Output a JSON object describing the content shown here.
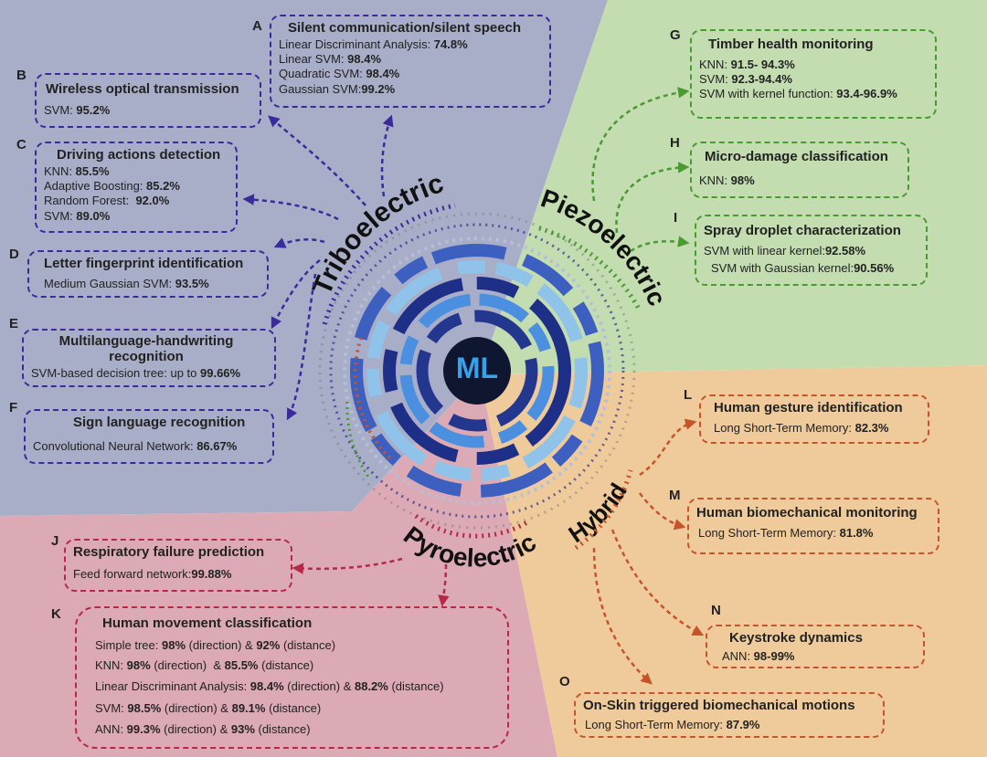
{
  "center": {
    "label": "ML"
  },
  "categories": {
    "triboelectric": "Triboelectric",
    "piezoelectric": "Piezoelectric",
    "pyroelectric": "Pyroelectric",
    "hybrid": "Hybrid"
  },
  "boxes": {
    "A": {
      "letter": "A",
      "title": "Silent communication/silent speech",
      "lines": [
        [
          "Linear Discriminant Analysis: ",
          "74.8%",
          ""
        ],
        [
          "Linear SVM: ",
          "98.4%",
          ""
        ],
        [
          "Quadratic SVM: ",
          "98.4%",
          ""
        ],
        [
          "Gaussian SVM:",
          "99.2%",
          ""
        ]
      ]
    },
    "B": {
      "letter": "B",
      "title": "Wireless optical transmission",
      "lines": [
        [
          "SVM: ",
          "95.2%",
          ""
        ]
      ]
    },
    "C": {
      "letter": "C",
      "title": "Driving actions detection",
      "lines": [
        [
          "KNN: ",
          "85.5%",
          ""
        ],
        [
          "Adaptive Boosting: ",
          "85.2%",
          ""
        ],
        [
          "Random Forest:  ",
          "92.0%",
          ""
        ],
        [
          "SVM: ",
          "89.0%",
          ""
        ]
      ]
    },
    "D": {
      "letter": "D",
      "title": "Letter fingerprint identification",
      "lines": [
        [
          "Medium Gaussian SVM: ",
          "93.5%",
          ""
        ]
      ]
    },
    "E": {
      "letter": "E",
      "title": "Multilanguage-handwriting recognition",
      "lines": [
        [
          "SVM-based decision tree: up to ",
          "99.66%",
          ""
        ]
      ]
    },
    "F": {
      "letter": "F",
      "title": "Sign language recognition",
      "lines": [
        [
          "Convolutional Neural Network: ",
          "86.67%",
          ""
        ]
      ]
    },
    "G": {
      "letter": "G",
      "title": "Timber health monitoring",
      "lines": [
        [
          "KNN: ",
          "91.5- 94.3%",
          ""
        ],
        [
          "SVM: ",
          "92.3-94.4%",
          ""
        ],
        [
          "SVM with kernel function: ",
          "93.4-96.9%",
          ""
        ]
      ]
    },
    "H": {
      "letter": "H",
      "title": "Micro-damage classification",
      "lines": [
        [
          "KNN: ",
          "98%",
          ""
        ]
      ]
    },
    "I": {
      "letter": "I",
      "title": "Spray droplet characterization",
      "lines": [
        [
          "SVM with linear kernel:",
          "92.58%",
          ""
        ],
        [
          "SVM with Gaussian kernel:",
          "90.56%",
          ""
        ]
      ]
    },
    "J": {
      "letter": "J",
      "title": "Respiratory failure prediction",
      "lines": [
        [
          "Feed forward network:",
          "99.88%",
          ""
        ]
      ]
    },
    "K": {
      "letter": "K",
      "title": "Human movement classification",
      "lines": [
        [
          "Simple tree: ",
          "98%",
          " (direction) & ",
          "92%",
          " (distance)"
        ],
        [
          "KNN: ",
          "98%",
          " (direction)  & ",
          "85.5%",
          " (distance)"
        ],
        [
          "Linear Discriminant Analysis: ",
          "98.4%",
          " (direction) & ",
          "88.2%",
          " (distance)"
        ],
        [
          "SVM: ",
          "98.5%",
          " (direction) & ",
          "89.1%",
          " (distance)"
        ],
        [
          "ANN: ",
          "99.3%",
          " (direction) & ",
          "93%",
          " (distance)"
        ]
      ]
    },
    "L": {
      "letter": "L",
      "title": "Human gesture identification",
      "lines": [
        [
          "Long Short-Term Memory: ",
          "82.3%",
          ""
        ]
      ]
    },
    "M": {
      "letter": "M",
      "title": "Human biomechanical monitoring",
      "lines": [
        [
          "Long Short-Term Memory: ",
          "81.8%",
          ""
        ]
      ]
    },
    "N": {
      "letter": "N",
      "title": "Keystroke dynamics",
      "lines": [
        [
          "ANN: ",
          "98-99%",
          ""
        ]
      ]
    },
    "O": {
      "letter": "O",
      "title": "On-Skin triggered biomechanical motions",
      "lines": [
        [
          "Long Short-Term Memory: ",
          "87.9%",
          ""
        ]
      ]
    }
  },
  "colors": {
    "triboelectric_bg": "#a9aec8",
    "piezoelectric_bg": "#c3dcb0",
    "pyroelectric_bg": "#dcaab4",
    "hybrid_bg": "#efcb9c",
    "triboelectric_accent": "#3a2a9c",
    "piezoelectric_accent": "#4a9a32",
    "pyroelectric_accent": "#b52848",
    "hybrid_accent": "#c8532a",
    "center_fill": "#0e1630",
    "center_text": "#3aa0e8"
  }
}
